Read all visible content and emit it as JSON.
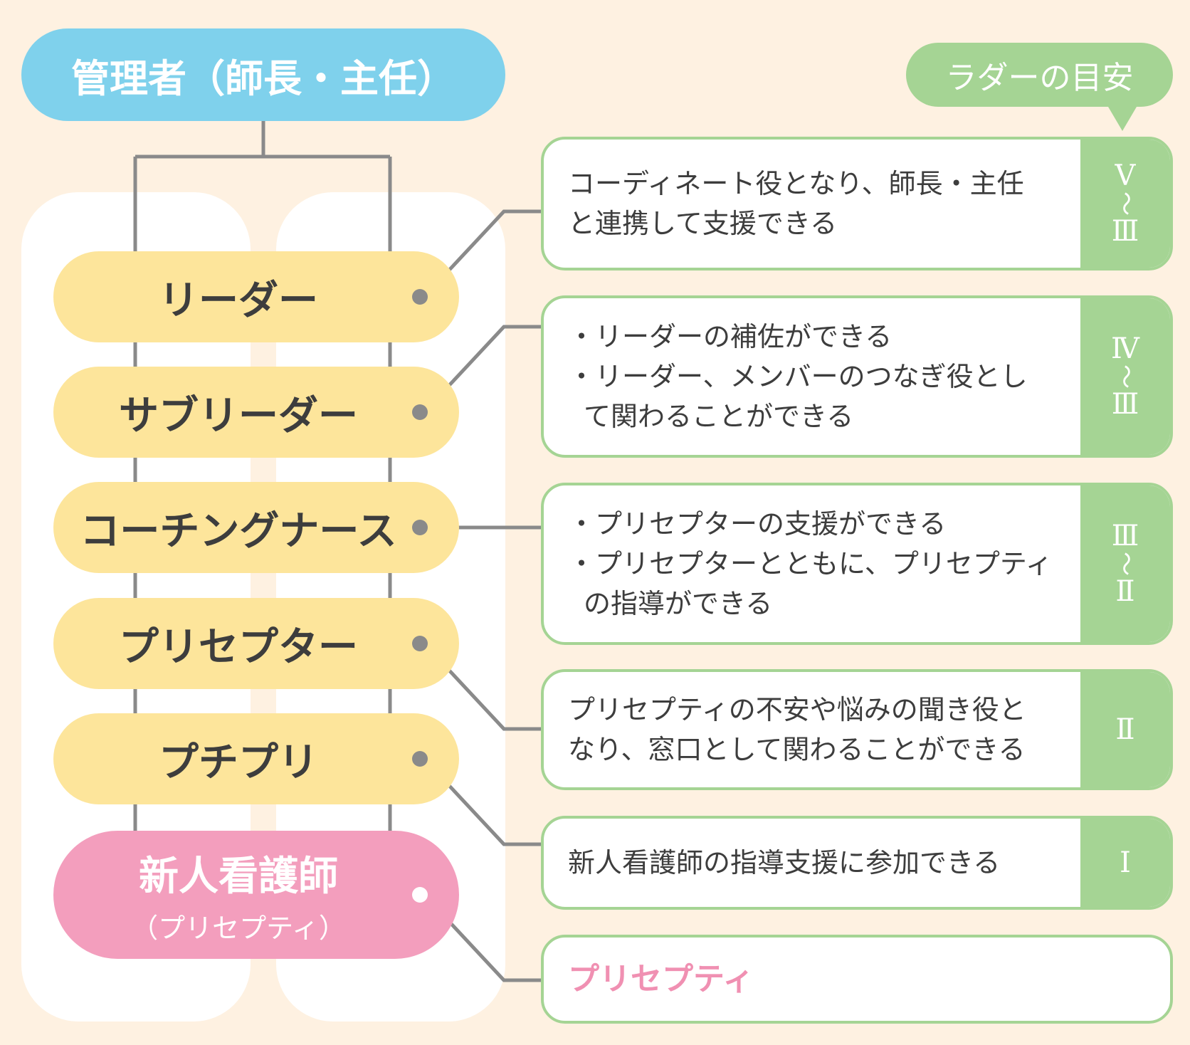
{
  "manager": "管理者（師長・主任）",
  "ladder_label": "ラダーの目安",
  "roles": [
    {
      "name": "リーダー"
    },
    {
      "name": "サブリーダー"
    },
    {
      "name": "コーチングナース"
    },
    {
      "name": "プリセプター"
    },
    {
      "name": "プチプリ"
    },
    {
      "name": "新人看護師",
      "sub": "（プリセプティ）"
    }
  ],
  "descriptions": [
    {
      "lines": [
        "コーディネート役となり、師長・主任",
        "と連携して支援できる"
      ],
      "level": {
        "top": "V",
        "bottom": "Ⅲ"
      }
    },
    {
      "lines": [
        "・リーダーの補佐ができる",
        "・リーダー、メンバーのつなぎ役とし",
        "て関わることができる"
      ],
      "level": {
        "top": "Ⅳ",
        "bottom": "Ⅲ"
      }
    },
    {
      "lines": [
        "・プリセプターの支援ができる",
        "・プリセプターとともに、プリセプティ",
        "の指導ができる"
      ],
      "level": {
        "top": "Ⅲ",
        "bottom": "Ⅱ"
      }
    },
    {
      "lines": [
        "プリセプティの不安や悩みの聞き役と",
        "なり、窓口として関わることができる"
      ],
      "level": {
        "single": "Ⅱ"
      }
    },
    {
      "lines": [
        "新人看護師の指導支援に参加できる"
      ],
      "level": {
        "single": "Ⅰ"
      }
    },
    {
      "lines": [
        "プリセプティ"
      ]
    }
  ],
  "level_tilde": "～",
  "colors": {
    "background": "#fef1e1",
    "manager": "#7fd1ec",
    "role": "#fde59b",
    "new_nurse": "#f39ebd",
    "ladder_green": "#a5d494",
    "connector": "#8a8a8a"
  }
}
